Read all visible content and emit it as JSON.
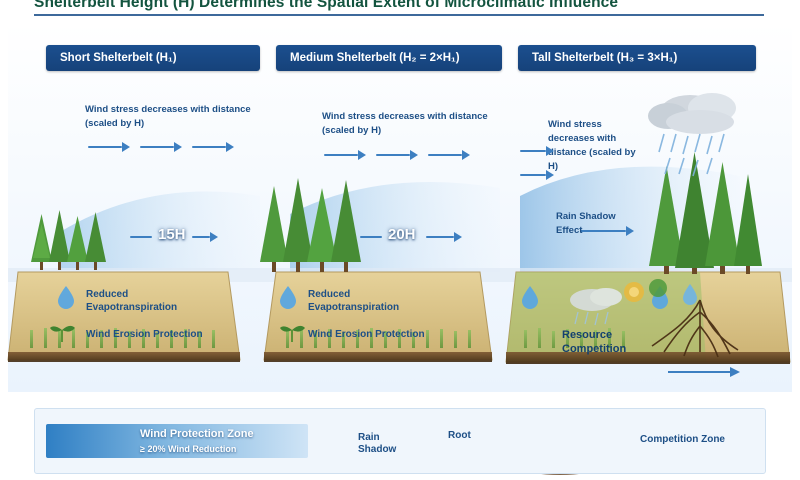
{
  "title": "Shelterbelt Height (H) Determines the Spatial Extent of Microclimatic Influence",
  "panels": [
    {
      "chip_label": "Short Shelterbelt (H₁)",
      "wind_text": "Wind stress decreases with distance (scaled by H)",
      "distance_label": "15H",
      "field_labels": [
        "Reduced Evapotranspiration",
        "Wind Erosion Protection"
      ]
    },
    {
      "chip_label": "Medium Shelterbelt (H₂ = 2×H₁)",
      "wind_text": "Wind stress decreases with distance (scaled by H)",
      "distance_label": "20H",
      "field_labels": [
        "Reduced Evapotranspiration",
        "Wind Erosion Protection"
      ]
    },
    {
      "chip_label": "Tall Shelterbelt (H₃ = 3×H₁)",
      "wind_text": "Wind stress decreases with distance (scaled by H)",
      "rain_shadow_label": "Rain Shadow Effect",
      "resource_label": "Resource Competition"
    }
  ],
  "legend": {
    "wind_zone_title": "Wind Protection Zone",
    "wind_zone_sub": "≥ 20% Wind Reduction",
    "items": [
      {
        "label": "Rain Shadow",
        "icon": "rain-cloud-icon"
      },
      {
        "label": "Root",
        "icon": "root-icon"
      },
      {
        "label": "Competition Zone",
        "icon": "competition-icon"
      }
    ]
  },
  "colors": {
    "accent_blue": "#1b4f8f",
    "arrow_blue": "#3d7fc1",
    "title_green": "#13543f",
    "field_tan": "#d9c284",
    "soil_brown": "#5a3d20",
    "tree_green": "#4f9a3c"
  }
}
